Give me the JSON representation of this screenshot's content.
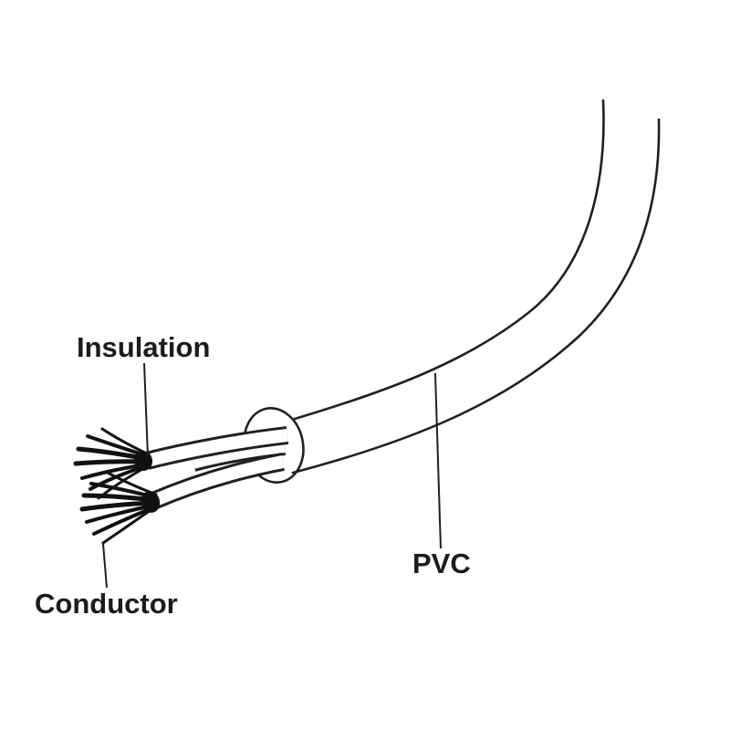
{
  "diagram": {
    "labels": {
      "insulation": "Insulation",
      "conductor": "Conductor",
      "pvc": "PVC"
    },
    "colors": {
      "line": "#231f20",
      "text": "#1c1c1c",
      "background": "#ffffff"
    }
  }
}
